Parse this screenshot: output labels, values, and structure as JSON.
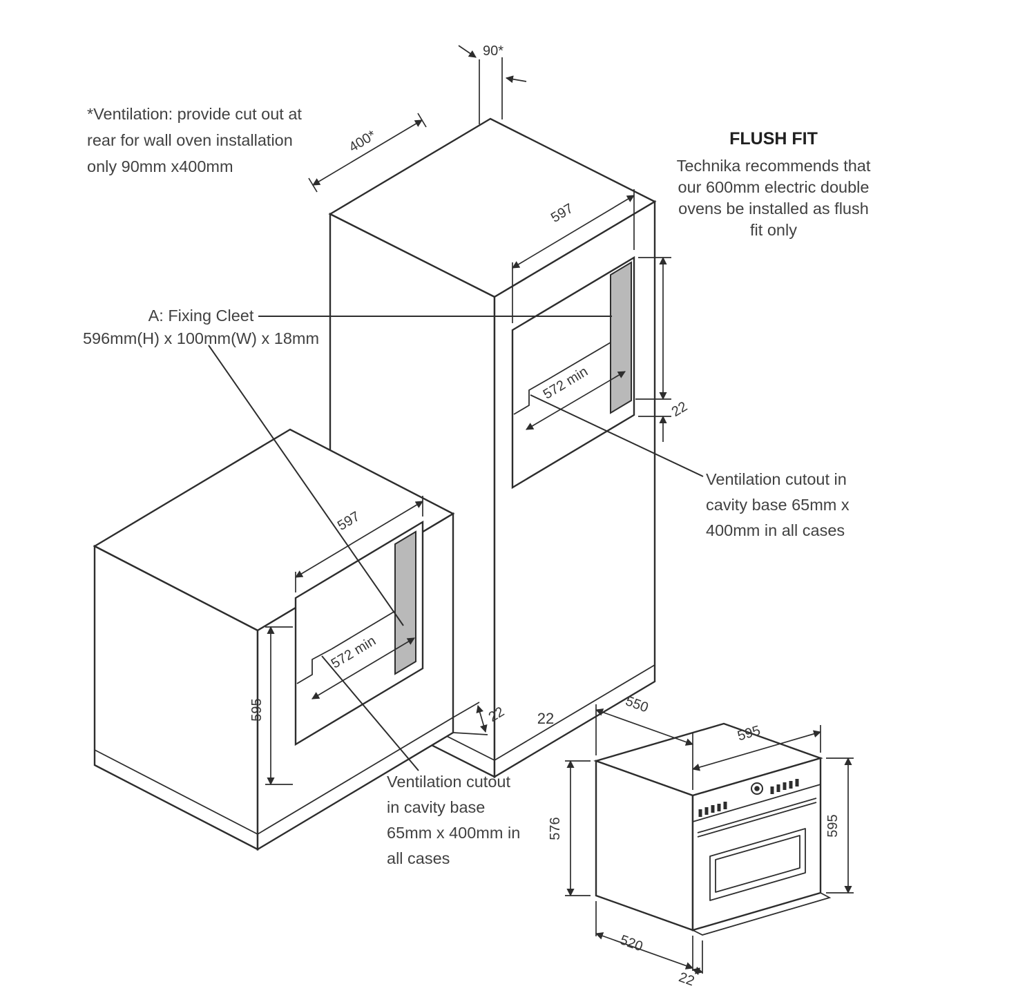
{
  "annotations": {
    "vent_note": {
      "lines": [
        "*Ventilation: provide cut out at",
        "rear for wall oven installation",
        "only 90mm x400mm"
      ]
    },
    "flush_fit": {
      "title": "FLUSH FIT",
      "lines": [
        "Technika recommends that",
        "our 600mm electric double",
        "ovens be installed as flush",
        "fit only"
      ]
    },
    "fixing_cleet": {
      "lines": [
        "A: Fixing Cleet",
        "596mm(H) x 100mm(W) x 18mm"
      ]
    },
    "vent_cutout_upper": {
      "lines": [
        "Ventilation cutout in",
        "cavity base 65mm x",
        "400mm in all cases"
      ]
    },
    "vent_cutout_lower": {
      "lines": [
        "Ventilation cutout",
        "in cavity base",
        "65mm x 400mm in",
        "all cases"
      ]
    }
  },
  "dimensions": {
    "vent_slot_width": "90*",
    "vent_slot_length": "400*",
    "upper_cavity_width": "597",
    "upper_cleat_clearance": "572 min",
    "upper_panel_thickness": "22",
    "lower_cavity_width": "597",
    "lower_cleat_clearance": "572 min",
    "lower_cavity_height": "595",
    "lower_panel_thickness": "22",
    "panel_thickness_note": "22",
    "oven_top_depth": "550",
    "oven_front_width": "595",
    "oven_body_height": "576",
    "oven_front_height": "595",
    "oven_base_depth": "520",
    "oven_door_thickness": "22"
  },
  "colors": {
    "line": "#2d2d2d",
    "cleat_fill": "#b9b9b9",
    "text": "#414141"
  }
}
